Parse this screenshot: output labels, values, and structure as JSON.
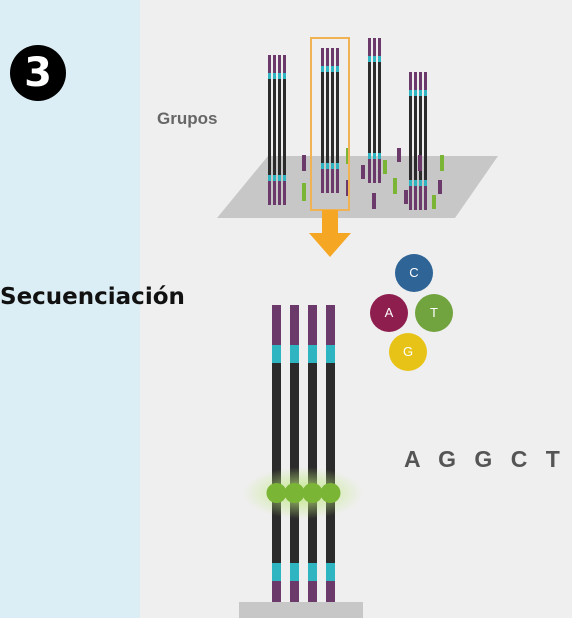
{
  "step": {
    "number": "3"
  },
  "stage": {
    "title": "Secuenciación"
  },
  "clusters": {
    "label": "Grupos"
  },
  "nucleotides": [
    {
      "letter": "C",
      "color": "#2f6497"
    },
    {
      "letter": "A",
      "color": "#8e1e4e"
    },
    {
      "letter": "T",
      "color": "#71a33f"
    },
    {
      "letter": "G",
      "color": "#e8c317"
    }
  ],
  "read": {
    "sequence": "A G G C T"
  },
  "colors": {
    "background": "#dceef5",
    "panel": "#efefef",
    "strand": "#2b2b2b",
    "adapter_purple": "#6b3a6b",
    "index_cyan": "#2fb5c2",
    "selection_box": "#f0b252",
    "arrow": "#f5a623",
    "signal": "#7ab536"
  },
  "icons": [
    "step-3-circled-icon",
    "down-arrow-icon",
    "flow-cell-icon"
  ]
}
